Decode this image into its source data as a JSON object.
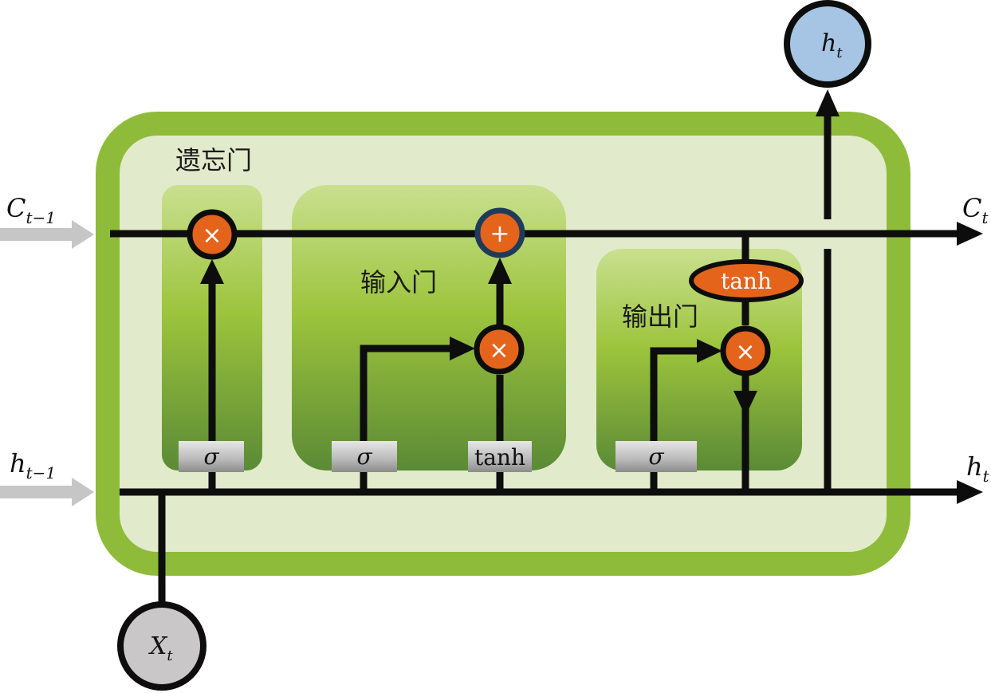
{
  "gates": {
    "forget": {
      "title": "遗忘门",
      "sigma_label": "σ",
      "op_symbol": "×"
    },
    "input": {
      "title": "输入门",
      "sigma_label": "σ",
      "tanh_label": "tanh",
      "mult_symbol": "×",
      "add_symbol": "+"
    },
    "output": {
      "title": "输出门",
      "sigma_label": "σ",
      "tanh_label": "tanh",
      "mult_symbol": "×"
    }
  },
  "io": {
    "c_prev": {
      "base": "C",
      "sub": "t−1"
    },
    "h_prev": {
      "base": "h",
      "sub": "t−1"
    },
    "c_out": {
      "base": "C",
      "sub": "t"
    },
    "h_out": {
      "base": "h",
      "sub": "t"
    },
    "h_top": {
      "base": "h",
      "sub": "t"
    },
    "x_in": {
      "base": "X",
      "sub": "t"
    }
  },
  "colors": {
    "cell_border": "#8fbb3a",
    "cell_fill": "#e1ebcb",
    "gate_top": "#c7df8e",
    "gate_mid": "#9cc43c",
    "gate_bottom": "#5a8a35",
    "op_orange": "#e4641c",
    "op_plus_ring": "#1f3b5a",
    "h_node": "#a6c4e4",
    "x_node": "#c9c7c7",
    "sigma_box": "#b8b8b8",
    "input_arrow": "#c6c6c6",
    "line": "#0d0d0d"
  }
}
